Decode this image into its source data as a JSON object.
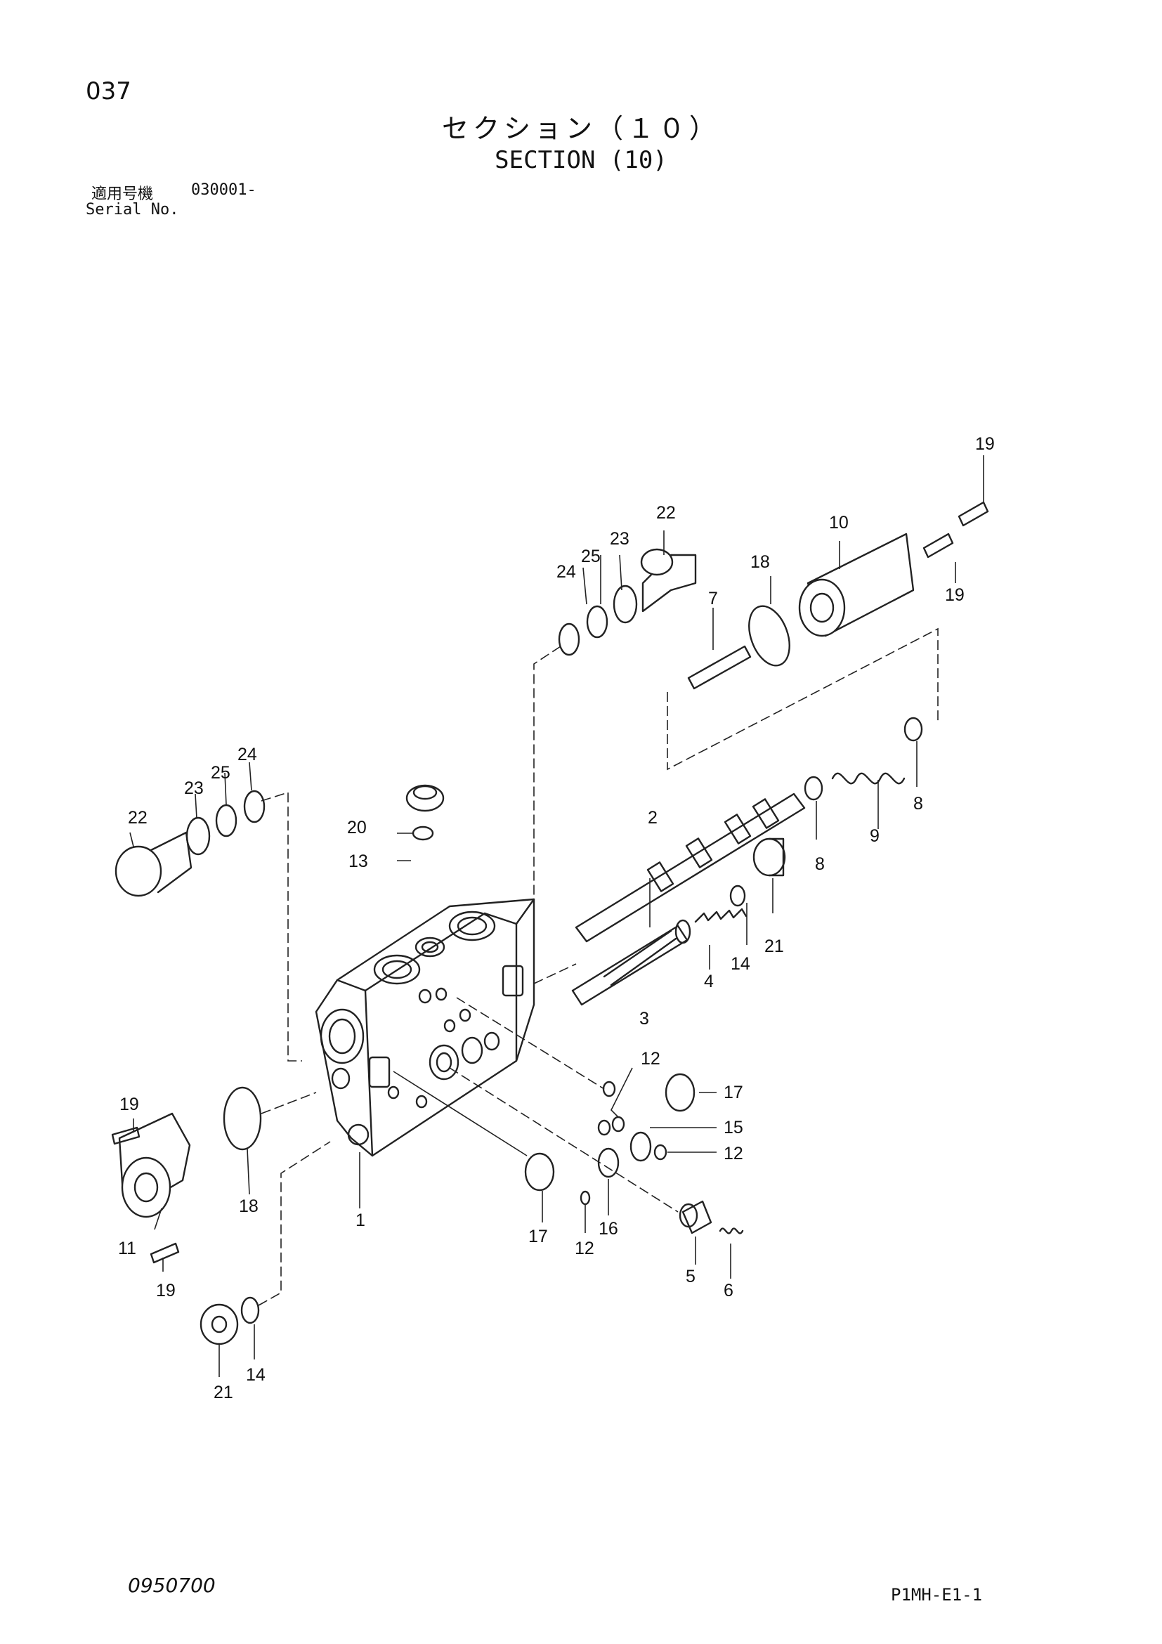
{
  "header": {
    "page_number": "037",
    "title_jp": "セクション（１０）",
    "title_en": "SECTION (10)",
    "serial_label_jp": "適用号機",
    "serial_label_en": "Serial No.",
    "serial_value": "030001-"
  },
  "footer": {
    "doc_code": "0950700",
    "page_code": "P1MH-E1-1"
  },
  "callouts": [
    {
      "id": "c19a",
      "text": "19"
    },
    {
      "id": "c10",
      "text": "10"
    },
    {
      "id": "c22a",
      "text": "22"
    },
    {
      "id": "c23a",
      "text": "23"
    },
    {
      "id": "c25a",
      "text": "25"
    },
    {
      "id": "c24a",
      "text": "24"
    },
    {
      "id": "c18a",
      "text": "18"
    },
    {
      "id": "c7",
      "text": "7"
    },
    {
      "id": "c19b",
      "text": "19"
    },
    {
      "id": "c24b",
      "text": "24"
    },
    {
      "id": "c25b",
      "text": "25"
    },
    {
      "id": "c23b",
      "text": "23"
    },
    {
      "id": "c22b",
      "text": "22"
    },
    {
      "id": "c20",
      "text": "20"
    },
    {
      "id": "c13",
      "text": "13"
    },
    {
      "id": "c2",
      "text": "2"
    },
    {
      "id": "c8a",
      "text": "8"
    },
    {
      "id": "c9",
      "text": "9"
    },
    {
      "id": "c8b",
      "text": "8"
    },
    {
      "id": "c4",
      "text": "4"
    },
    {
      "id": "c14a",
      "text": "14"
    },
    {
      "id": "c21a",
      "text": "21"
    },
    {
      "id": "c3",
      "text": "3"
    },
    {
      "id": "c12a",
      "text": "12"
    },
    {
      "id": "c17a",
      "text": "17"
    },
    {
      "id": "c15",
      "text": "15"
    },
    {
      "id": "c12b",
      "text": "12"
    },
    {
      "id": "c19c",
      "text": "19"
    },
    {
      "id": "c18b",
      "text": "18"
    },
    {
      "id": "c1",
      "text": "1"
    },
    {
      "id": "c11",
      "text": "11"
    },
    {
      "id": "c19d",
      "text": "19"
    },
    {
      "id": "c17b",
      "text": "17"
    },
    {
      "id": "c12c",
      "text": "12"
    },
    {
      "id": "c16",
      "text": "16"
    },
    {
      "id": "c5",
      "text": "5"
    },
    {
      "id": "c6",
      "text": "6"
    },
    {
      "id": "c21b",
      "text": "21"
    },
    {
      "id": "c14b",
      "text": "14"
    }
  ]
}
